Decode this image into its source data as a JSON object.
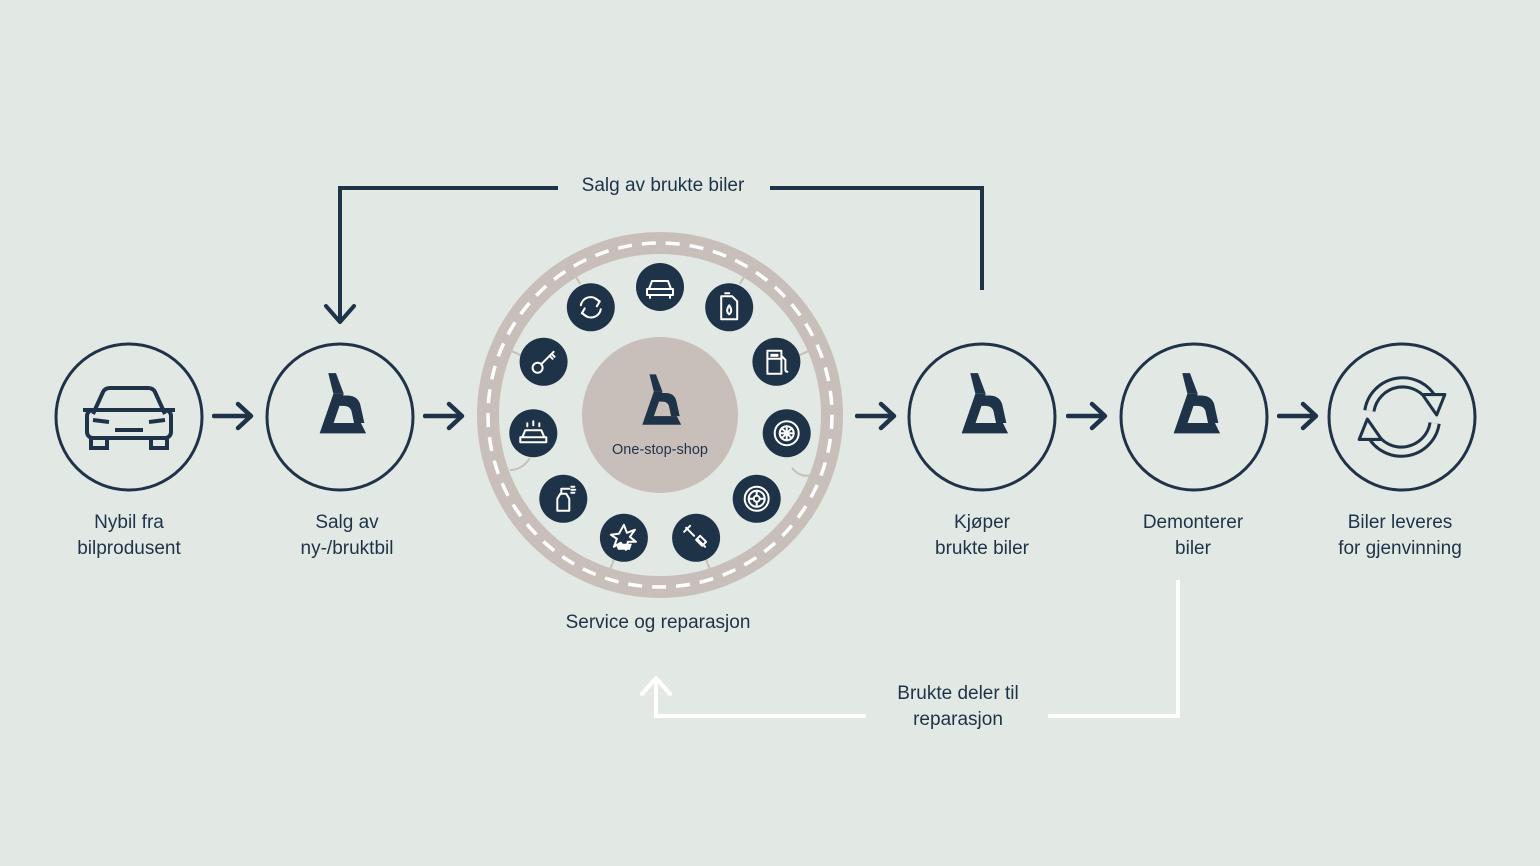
{
  "colors": {
    "background": "#e2e8e4",
    "navy": "#1f3348",
    "ring": "#c8bfba",
    "hub": "#c8bfba",
    "return_path": "#ffffff"
  },
  "nodes": [
    {
      "id": "new-car",
      "icon": "car-front-icon",
      "lines": [
        "Nybil fra",
        "bilprodusent"
      ]
    },
    {
      "id": "sales",
      "icon": "brand-logo-icon",
      "lines": [
        "Salg av",
        "ny-/bruktbil"
      ]
    },
    {
      "id": "buys-used",
      "icon": "brand-logo-icon",
      "lines": [
        "Kjøper",
        "brukte biler"
      ]
    },
    {
      "id": "dismantles",
      "icon": "brand-logo-icon",
      "lines": [
        "Demonterer",
        "biler"
      ]
    },
    {
      "id": "recycling",
      "icon": "recycle-arrows-icon",
      "lines": [
        "Biler leveres",
        "for gjenvinning"
      ]
    }
  ],
  "hub": {
    "center_label": "One-stop-shop",
    "caption": "Service og reparasjon",
    "services": [
      "car-front-icon",
      "oil-can-icon",
      "fuel-pump-icon",
      "tire-icon",
      "wheel-rim-icon",
      "wrench-plug-icon",
      "collision-icon",
      "spray-bottle-icon",
      "car-wash-icon",
      "key-icon",
      "rotation-icon"
    ]
  },
  "flows": {
    "used_car_sales": "Salg av brukte biler",
    "used_parts": [
      "Brukte deler til",
      "reparasjon"
    ]
  }
}
